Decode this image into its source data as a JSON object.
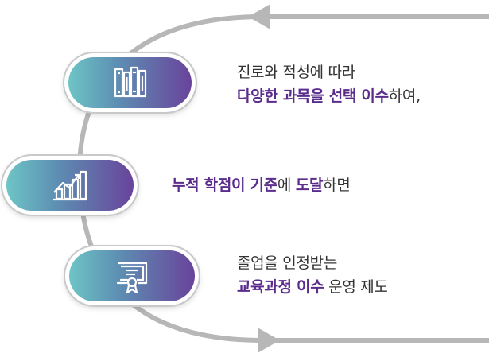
{
  "colors": {
    "track": "#b7b7b7",
    "highlight": "#5a2d8c",
    "text": "#333333",
    "pill_start": "#6fc9c7",
    "pill_end": "#6a3f9a"
  },
  "steps": [
    {
      "icon": "books-icon",
      "line1": [
        {
          "text": "진로와 적성에 따라",
          "highlight": false
        }
      ],
      "line2": [
        {
          "text": "다양한 과목을 선택 이수",
          "highlight": true
        },
        {
          "text": "하여,",
          "highlight": false
        }
      ]
    },
    {
      "icon": "bar-chart-icon",
      "line1": [
        {
          "text": "누적 학점이 기준",
          "highlight": true
        },
        {
          "text": "에 ",
          "highlight": false
        },
        {
          "text": "도달",
          "highlight": true
        },
        {
          "text": "하면",
          "highlight": false
        }
      ]
    },
    {
      "icon": "certificate-icon",
      "line1": [
        {
          "text": "졸업을 인정받는",
          "highlight": false
        }
      ],
      "line2": [
        {
          "text": "교육과정 이수",
          "highlight": true
        },
        {
          "text": " 운영 제도",
          "highlight": false
        }
      ]
    }
  ]
}
